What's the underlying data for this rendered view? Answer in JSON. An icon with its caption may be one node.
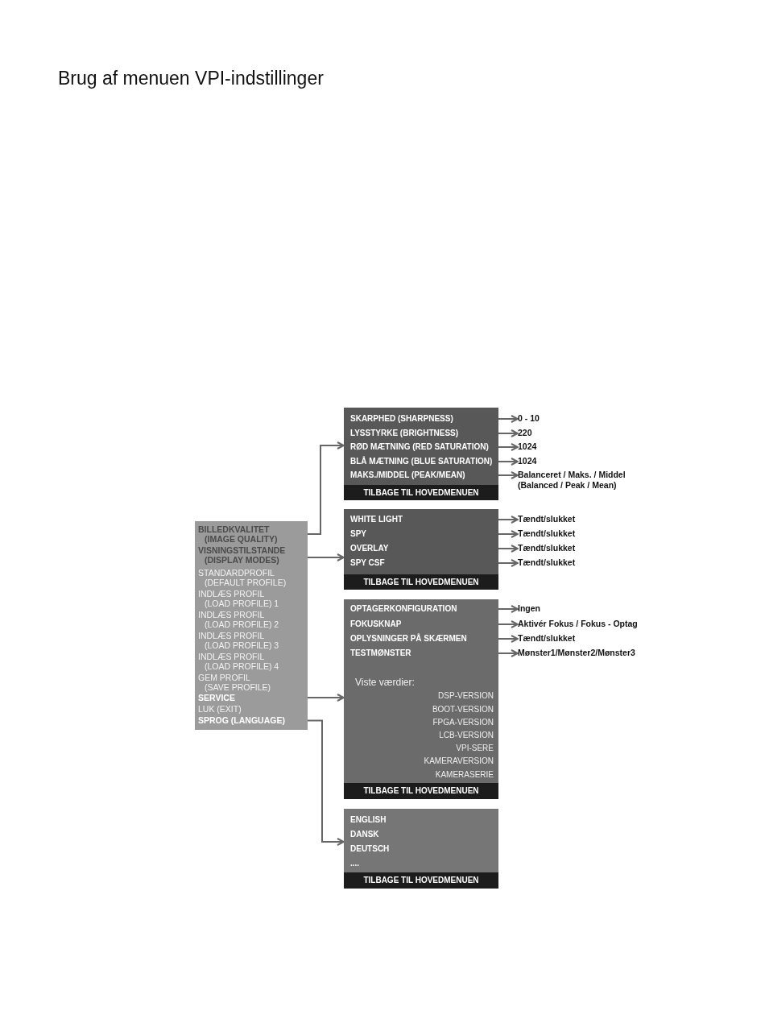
{
  "diagram": {
    "title": "Brug af menuen VPI-indstillinger",
    "nodes": [
      {
        "text": [],
        "shape": "box"
      },
      {
        "text": [
          "BILLEDKVALITET (IMAGE QUALITY)"
        ],
        "in": 0
      },
      {
        "text": [
          "VISNINGSTILSTANDE (DISPLAY MODES)"
        ],
        "in": 0
      },
      {
        "text": [
          "STANDARDPROFIL (DEFAULT PROFILE)"
        ],
        "in": 0
      },
      {
        "text": [
          "INDLÆS PROFIL (LOAD PROFILE) 1"
        ],
        "in": 0
      },
      {
        "text": [
          "INDLÆS PROFIL (LOAD PROFILE) 2"
        ],
        "in": 0
      },
      {
        "text": [
          "INDLÆS PROFIL (LOAD PROFILE) 3"
        ],
        "in": 0
      },
      {
        "text": [
          "INDLÆS PROFIL (LOAD PROFILE) 4"
        ],
        "in": 0
      },
      {
        "text": [
          "GEM PROFIL (SAVE PROFILE)"
        ],
        "in": 0
      },
      {
        "text": [
          "SERVICE"
        ],
        "in": 0
      },
      {
        "text": [
          "LUK (EXIT)"
        ],
        "in": 0
      },
      {
        "text": [
          "SPROG (LANGUAGE)"
        ],
        "in": 0
      },
      {
        "text": [],
        "shape": "box"
      },
      {
        "text": [
          "SKARPHED (SHARPNESS)"
        ],
        "in": 12
      },
      {
        "text": [
          "LYSSTYRKE (BRIGHTNESS)"
        ],
        "in": 12
      },
      {
        "text": [
          "RØD MÆTNING (RED SATURATION)"
        ],
        "in": 12
      },
      {
        "text": [
          "BLÅ MÆTNING (BLUE SATURATION)"
        ],
        "in": 12
      },
      {
        "text": [
          "MAKS./MIDDEL (PEAK/MEAN)"
        ],
        "in": 12
      },
      {
        "text": [
          "TILBAGE TIL HOVEDMENUEN"
        ],
        "in": 12
      },
      {
        "text": [
          "0 - 10"
        ]
      },
      {
        "text": [
          "220"
        ]
      },
      {
        "text": [
          "1024"
        ]
      },
      {
        "text": [
          "1024"
        ]
      },
      {
        "text": [
          "Balanceret / Maks. / Middel (Balanced / Peak / Mean)"
        ]
      },
      {
        "text": [],
        "shape": "box"
      },
      {
        "text": [
          "WHITE LIGHT"
        ],
        "in": 24
      },
      {
        "text": [
          "SPY"
        ],
        "in": 24
      },
      {
        "text": [
          "OVERLAY"
        ],
        "in": 24
      },
      {
        "text": [
          "SPY CSF"
        ],
        "in": 24
      },
      {
        "text": [
          "TILBAGE TIL HOVEDMENUEN"
        ],
        "in": 24
      },
      {
        "text": [
          "Tændt/slukket"
        ]
      },
      {
        "text": [
          "Tændt/slukket"
        ]
      },
      {
        "text": [
          "Tændt/slukket"
        ]
      },
      {
        "text": [
          "Tændt/slukket"
        ]
      },
      {
        "text": [],
        "shape": "box"
      },
      {
        "text": [
          "OPTAGERKONFIGURATION"
        ],
        "in": 34
      },
      {
        "text": [
          "FOKUSKNAP"
        ],
        "in": 34
      },
      {
        "text": [
          "OPLYSNINGER PÅ SKÆRMEN"
        ],
        "in": 34
      },
      {
        "text": [
          "TESTMØNSTER"
        ],
        "in": 34
      },
      {
        "text": [
          "Viste værdier:"
        ],
        "in": 34
      },
      {
        "text": [
          "DSP-VERSION"
        ],
        "in": 34
      },
      {
        "text": [
          "BOOT-VERSION"
        ],
        "in": 34
      },
      {
        "text": [
          "FPGA-VERSION"
        ],
        "in": 34
      },
      {
        "text": [
          "LCB-VERSION"
        ],
        "in": 34
      },
      {
        "text": [
          "VPI-SERE"
        ],
        "in": 34
      },
      {
        "text": [
          "KAMERAVERSION"
        ],
        "in": 34
      },
      {
        "text": [
          "KAMERASERIE"
        ],
        "in": 34
      },
      {
        "text": [
          "TILBAGE TIL HOVEDMENUEN"
        ],
        "in": 34
      },
      {
        "text": [
          "Ingen"
        ]
      },
      {
        "text": [
          "Aktivér Fokus / Fokus - Optag"
        ]
      },
      {
        "text": [
          "Tændt/slukket"
        ]
      },
      {
        "text": [
          "Mønster1/Mønster2/Mønster3"
        ]
      },
      {
        "text": [],
        "shape": "box"
      },
      {
        "text": [
          "ENGLISH"
        ],
        "in": 52
      },
      {
        "text": [
          "DANSK"
        ],
        "in": 52
      },
      {
        "text": [
          "DEUTSCH"
        ],
        "in": 52
      },
      {
        "text": [
          "...."
        ],
        "in": 52
      },
      {
        "text": [
          "TILBAGE TIL HOVEDMENUEN"
        ],
        "in": 52
      }
    ],
    "edges": [
      {
        "from": 1,
        "to": 12,
        "arrow": "to"
      },
      {
        "from": 2,
        "to": 24,
        "arrow": "to"
      },
      {
        "from": 9,
        "to": 34,
        "arrow": "to"
      },
      {
        "from": 11,
        "to": 52,
        "arrow": "to"
      },
      {
        "from": 13,
        "to": 19,
        "arrow": "to"
      },
      {
        "from": 14,
        "to": 20,
        "arrow": "to"
      },
      {
        "from": 15,
        "to": 21,
        "arrow": "to"
      },
      {
        "from": 16,
        "to": 22,
        "arrow": "to"
      },
      {
        "from": 17,
        "to": 23,
        "arrow": "to"
      },
      {
        "from": 25,
        "to": 30,
        "arrow": "to"
      },
      {
        "from": 26,
        "to": 31,
        "arrow": "to"
      },
      {
        "from": 27,
        "to": 32,
        "arrow": "to"
      },
      {
        "from": 28,
        "to": 33,
        "arrow": "to"
      },
      {
        "from": 35,
        "to": 48,
        "arrow": "to"
      },
      {
        "from": 36,
        "to": 49,
        "arrow": "to"
      },
      {
        "from": 37,
        "to": 50,
        "arrow": "to"
      },
      {
        "from": 38,
        "to": 51,
        "arrow": "to"
      }
    ]
  }
}
